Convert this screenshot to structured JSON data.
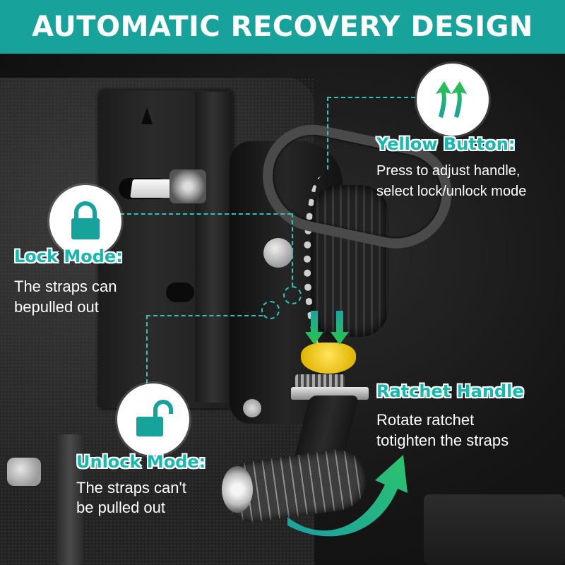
{
  "banner": {
    "title": "AUTOMATIC RECOVERY DESIGN"
  },
  "yellow_button": {
    "title": "Yellow Button:",
    "line1": "Press to adjust handle,",
    "line2": "select lock/unlock mode",
    "icon": "double-up-arrow-icon"
  },
  "lock_mode": {
    "title": "Lock Mode:",
    "line1": "The straps can",
    "line2": "bepulled out",
    "icon": "lock-closed-icon"
  },
  "unlock_mode": {
    "title": "Unlock Mode:",
    "line1": "The straps can't",
    "line2": "be pulled out",
    "icon": "lock-open-icon"
  },
  "ratchet_handle": {
    "title": "Ratchet Handle",
    "line1": "Rotate ratchet",
    "line2": "totighten the straps"
  },
  "colors": {
    "accent": "#17a29b",
    "title_teal": "#17b8ae",
    "button_yellow": "#f3c400",
    "arrow_green": "#1fa86b"
  }
}
